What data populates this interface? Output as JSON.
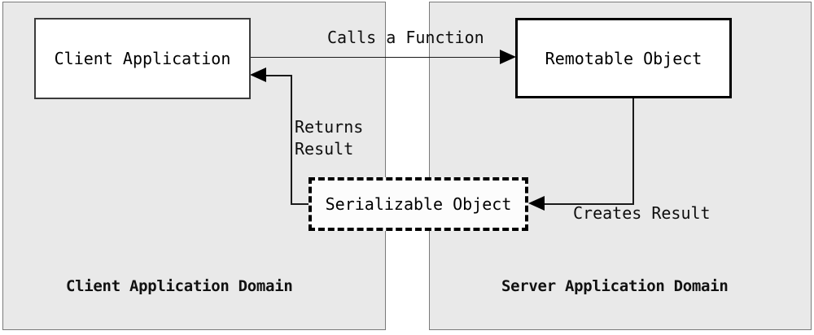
{
  "diagram": {
    "title": "Remoting call flow between client and server application domains",
    "background_color": "#ffffff",
    "panel_color": "#e9e9e9",
    "line_color": "#1a1a1a"
  },
  "domains": [
    {
      "id": "client-domain",
      "label": "Client Application Domain"
    },
    {
      "id": "server-domain",
      "label": "Server Application Domain"
    }
  ],
  "nodes": [
    {
      "id": "client-application",
      "label": "Client Application",
      "style": "solid"
    },
    {
      "id": "remotable-object",
      "label": "Remotable Object",
      "style": "solid-thick"
    },
    {
      "id": "serializable-object",
      "label": "Serializable Object",
      "style": "dashed"
    }
  ],
  "edges": [
    {
      "id": "calls-a-function",
      "label": "Calls a Function",
      "from": "client-application",
      "to": "remotable-object",
      "direction": "right"
    },
    {
      "id": "returns-result",
      "label": "Returns\nResult",
      "label_line1": "Returns",
      "label_line2": "Result",
      "from": "serializable-object",
      "to": "client-application",
      "direction": "left"
    },
    {
      "id": "creates-result",
      "label": "Creates Result",
      "from": "remotable-object",
      "to": "serializable-object",
      "direction": "left"
    }
  ]
}
